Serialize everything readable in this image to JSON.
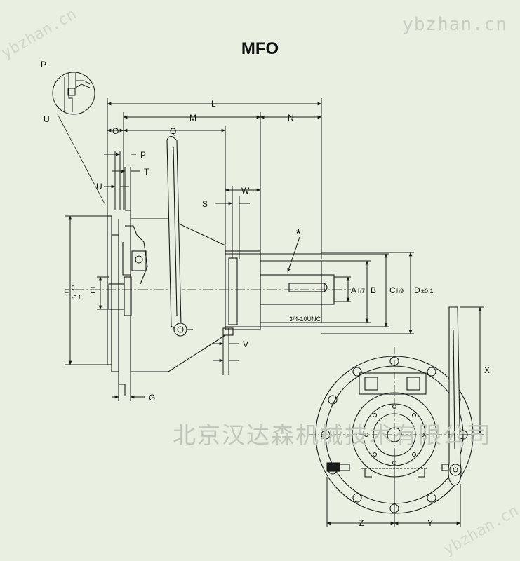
{
  "title": "MFO",
  "watermarks": {
    "site": "ybzhan.cn",
    "company": "北京汉达森机械技术有限公司"
  },
  "labels": {
    "P": "P",
    "U": "U",
    "L": "L",
    "M": "M",
    "N": "N",
    "O": "O",
    "Q": "Q",
    "T": "T",
    "S": "S",
    "W": "W",
    "V": "V",
    "G": "G",
    "E": "E",
    "F": "F",
    "F_upper": "0",
    "F_lower": "-0.1",
    "A": "A",
    "A_tol": "h7",
    "B": "B",
    "C": "C",
    "C_tol": "h9",
    "D": "D",
    "D_tol": "±0.1",
    "X": "X",
    "Y": "Y",
    "Z": "Z",
    "star": "*",
    "thread": "3/4-10UNC"
  },
  "colors": {
    "background": "#e9f0e1",
    "line": "#1a1a1a",
    "watermark": "#c2c7bd"
  }
}
